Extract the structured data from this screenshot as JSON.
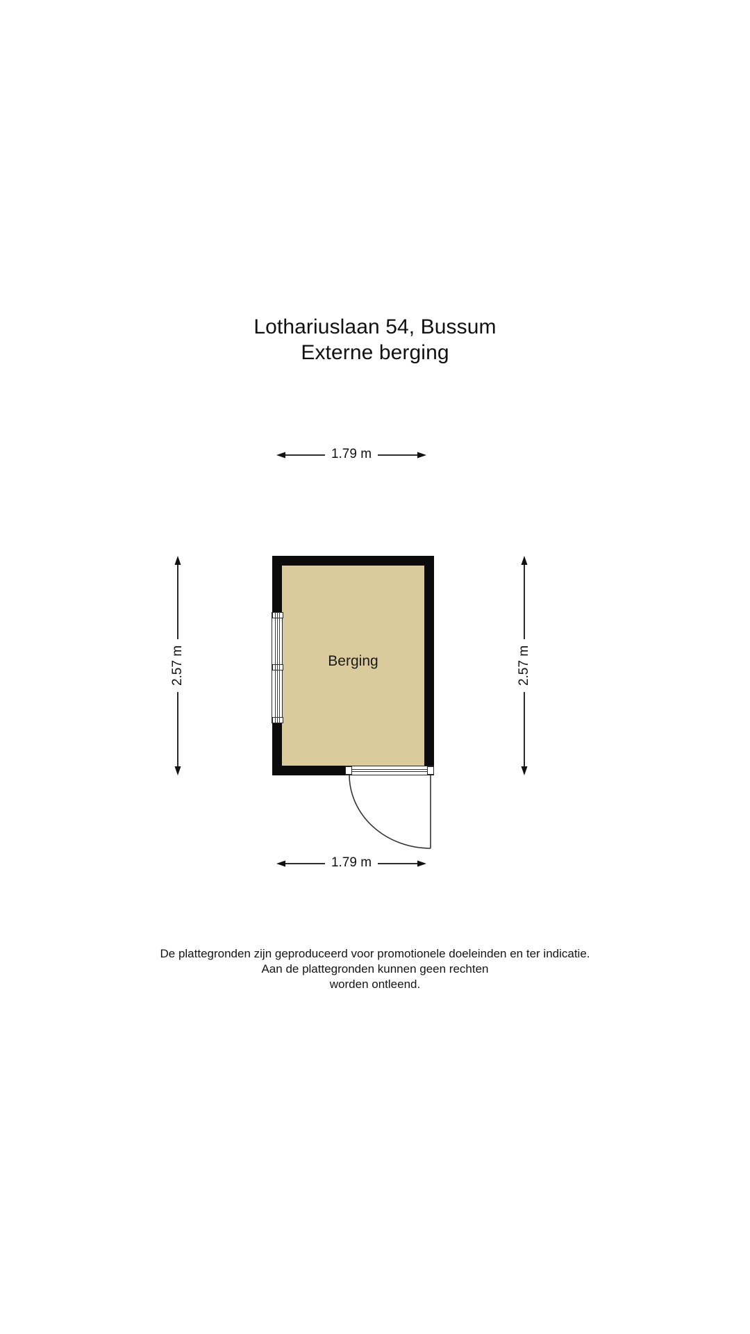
{
  "document": {
    "title_line_1": "Lothariuslaan 54, Bussum",
    "title_line_2": "Externe berging"
  },
  "floorplan": {
    "room": {
      "label": "Berging",
      "floor_color": "#dacb9d",
      "wall_color": "#0b0b0b"
    },
    "openings": {
      "window_left_name": "window",
      "door_bottom_name": "door"
    },
    "dimensions": {
      "top": "1.79 m",
      "bottom": "1.79 m",
      "left": "2.57 m",
      "right": "2.57 m"
    }
  },
  "footer": {
    "line_1": "De plattegronden zijn geproduceerd voor promotionele doeleinden en ter indicatie.",
    "line_2": "Aan de plattegronden kunnen geen rechten",
    "line_3": "worden ontleend."
  }
}
